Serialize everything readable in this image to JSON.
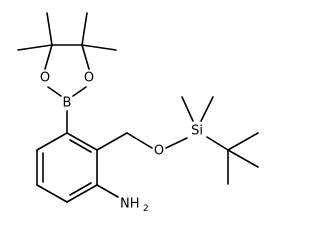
{
  "structure": {
    "atoms": {
      "boron": "B",
      "oxygen_ring_left": "O",
      "oxygen_ring_right": "O",
      "oxygen_ether": "O",
      "silicon": "Si",
      "amine_nitrogen": "NH",
      "amine_subscript": "2"
    }
  }
}
